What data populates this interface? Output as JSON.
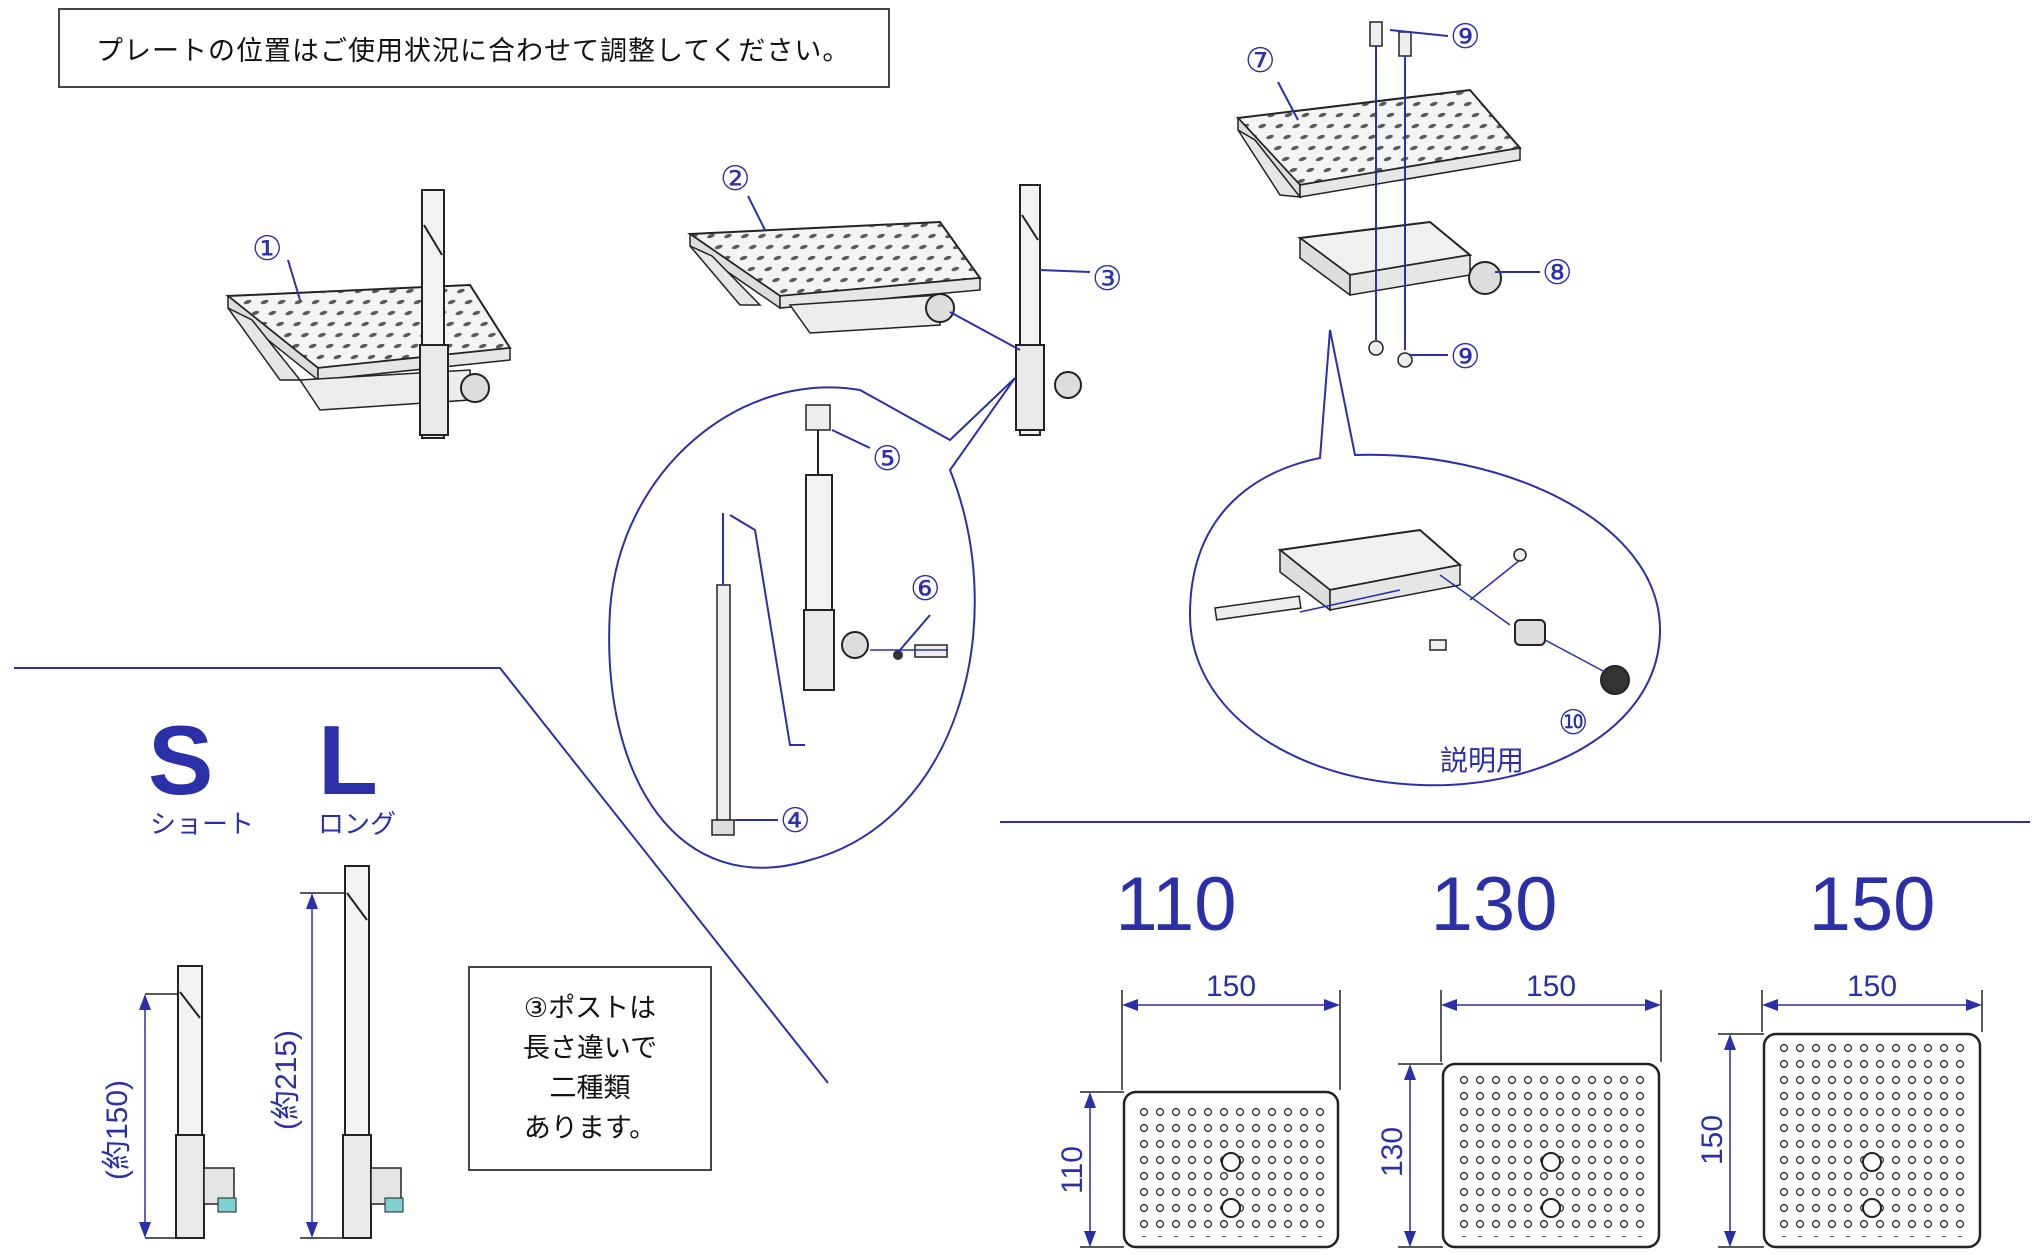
{
  "header_note": "プレートの位置はご使用状況に合わせて調整してください。",
  "post_note": {
    "lines": [
      "③ポストは",
      "長さ違いで",
      "二種類",
      "あります。"
    ]
  },
  "part_numbers": [
    "①",
    "②",
    "③",
    "④",
    "⑤",
    "⑥",
    "⑦",
    "⑧",
    "⑨",
    "⑨",
    "⑩"
  ],
  "explanation_label": "説明用",
  "post_types": {
    "short": {
      "letter": "S",
      "label": "ショート",
      "length": "(約150)"
    },
    "long": {
      "letter": "L",
      "label": "ロング",
      "length": "(約215)"
    }
  },
  "plates": [
    {
      "size": "110",
      "width": "150",
      "height": "110"
    },
    {
      "size": "130",
      "width": "150",
      "height": "130"
    },
    {
      "size": "150",
      "width": "150",
      "height": "150"
    }
  ],
  "colors": {
    "accent": "#2b2fa8",
    "line": "#222222"
  }
}
